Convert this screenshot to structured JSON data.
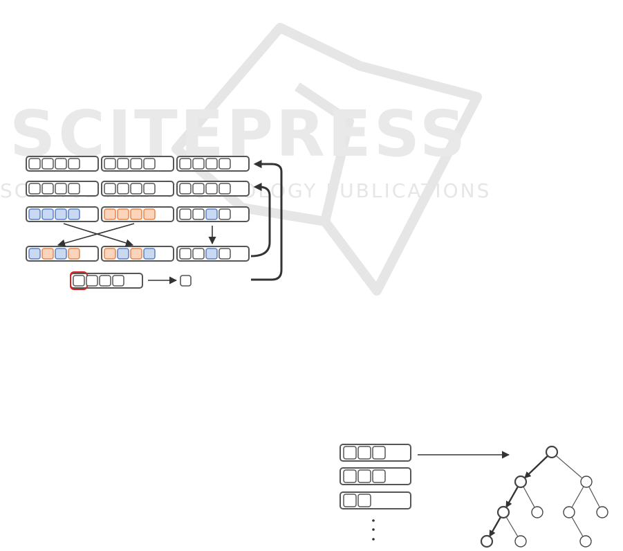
{
  "watermark": {
    "brand": "SCITEPRESS",
    "tagline": "SCIENCE AND TECHNOLOGY PUBLICATIONS",
    "logo_icon": "open-book-logo-icon"
  },
  "colors": {
    "outline": "#555555",
    "arrow": "#333333",
    "blue_fill": "#c9d9f2",
    "blue_stroke": "#5b7fc4",
    "orange_fill": "#fbd5bb",
    "orange_stroke": "#e8834a",
    "highlight": "#e02020",
    "watermark": "#e9e9e9"
  },
  "crossover_diagram": {
    "population_rows": [
      {
        "strings": [
          {
            "cells": [
              "plain",
              "plain",
              "plain",
              "plain"
            ]
          },
          {
            "cells": [
              "plain",
              "plain",
              "plain",
              "plain"
            ]
          },
          {
            "cells": [
              "plain",
              "plain",
              "plain",
              "plain"
            ]
          }
        ]
      },
      {
        "strings": [
          {
            "cells": [
              "plain",
              "plain",
              "plain",
              "plain"
            ]
          },
          {
            "cells": [
              "plain",
              "plain",
              "plain",
              "plain"
            ]
          },
          {
            "cells": [
              "plain",
              "plain",
              "plain",
              "plain"
            ]
          }
        ]
      }
    ],
    "parents": [
      {
        "cells": [
          "blue",
          "blue",
          "blue",
          "blue"
        ]
      },
      {
        "cells": [
          "orange",
          "orange",
          "orange",
          "orange"
        ]
      },
      {
        "cells": [
          "plain",
          "plain",
          "blue",
          "plain"
        ]
      }
    ],
    "offspring": [
      {
        "cells": [
          "blue",
          "orange",
          "blue",
          "orange"
        ]
      },
      {
        "cells": [
          "orange",
          "blue",
          "orange",
          "blue"
        ]
      },
      {
        "cells": [
          "plain",
          "plain",
          "blue",
          "plain"
        ]
      }
    ],
    "selected_string": {
      "cells": [
        "highlighted",
        "plain",
        "plain",
        "plain"
      ]
    },
    "output_cell": "plain",
    "feedback_arrows": [
      "offspring-to-row-2",
      "output-to-row-1"
    ]
  },
  "tree_diagram": {
    "strings": [
      {
        "cells": 3
      },
      {
        "cells": 3
      },
      {
        "cells": 2
      }
    ],
    "continuation": "vertical-ellipsis",
    "nodes": [
      {
        "id": "root",
        "path": true
      },
      {
        "id": "n1",
        "path": true
      },
      {
        "id": "n2",
        "path": false
      },
      {
        "id": "n3",
        "path": true
      },
      {
        "id": "n4",
        "path": false
      },
      {
        "id": "n5",
        "path": false
      },
      {
        "id": "n6",
        "path": false
      },
      {
        "id": "n7",
        "path": true
      },
      {
        "id": "n8",
        "path": false
      },
      {
        "id": "n9",
        "path": false
      }
    ],
    "edges": [
      {
        "from": "root",
        "to": "n1",
        "arrow": true
      },
      {
        "from": "root",
        "to": "n2",
        "arrow": false
      },
      {
        "from": "n1",
        "to": "n3",
        "arrow": true
      },
      {
        "from": "n1",
        "to": "n4",
        "arrow": false
      },
      {
        "from": "n2",
        "to": "n5",
        "arrow": false
      },
      {
        "from": "n2",
        "to": "n6",
        "arrow": false
      },
      {
        "from": "n3",
        "to": "n7",
        "arrow": true
      },
      {
        "from": "n3",
        "to": "n8",
        "arrow": false
      },
      {
        "from": "n5",
        "to": "n9",
        "arrow": false
      }
    ]
  }
}
